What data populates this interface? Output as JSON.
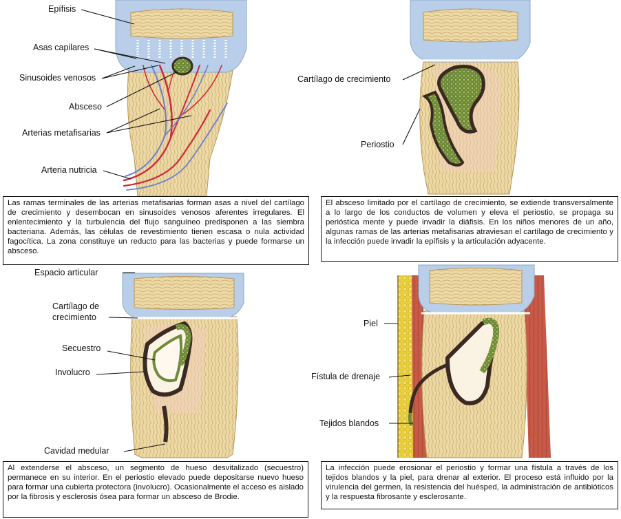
{
  "panel1": {
    "labels": {
      "epifisis": "Epífisis",
      "asas": "Asas capilares",
      "sinusoides": "Sinusoides venosos",
      "absceso": "Absceso",
      "arterias_meta": "Arterias metafisarias",
      "arteria_nutricia": "Arteria nutricia"
    },
    "caption": "Las ramas terminales de las arterias metafisarias forman asas a nivel del cartílago de crecimiento y desembocan en sinusoides venosos aferentes irregulares. El enlentecimiento y la turbulencia del flujo sanguíneo predisponen a las siembra bacteriana. Además, las células de revestimiento tienen escasa o nula actividad fagocítica. La zona constituye un reducto para las bacterias y puede formarse un absceso."
  },
  "panel2": {
    "labels": {
      "cartilago": "Cartílago de crecimiento",
      "periostio": "Periostio"
    },
    "caption": "El absceso limitado por el cartílago de crecimiento, se extiende transversalmente a lo largo de los conductos de volumen y eleva el periostio, se propaga su perióstica mente y puede invadir la diáfisis. En los niños menores de un año, algunas ramas de las arterias metafisarias atraviesan el cartílago de crecimiento y la infección puede invadir la epífisis y la articulación adyacente."
  },
  "panel3": {
    "labels": {
      "espacio": "Espacio articular",
      "cartilago_1": "Cartílago de",
      "cartilago_2": "crecimiento",
      "secuestro": "Secuestro",
      "involucro": "Involucro",
      "cavidad": "Cavidad medular"
    },
    "caption": "Al extenderse el absceso, un segmento de hueso desvitalizado (secuestro) permanece en su interior. En el periostio elevado puede depositarse nuevo hueso para formar una cubierta protectora (involucro). Ocasionalmente el acceso es aislado por la fibrosis y esclerosis ósea para formar un absceso de Brodie."
  },
  "panel4": {
    "labels": {
      "piel": "Piel",
      "fistula": "Fístula de drenaje",
      "tejidos": "Tejidos blandos"
    },
    "caption": "La infección puede erosionar el periostio y formar una fístula a través de los tejidos blandos y la piel, para drenar al exterior. El proceso está influido por la virulencia del germen, la resistencia del huésped, la administración de antibióticos y la respuesta fibrosante y esclerosante."
  },
  "colors": {
    "cartilage": "#b9cfe9",
    "bone": "#ecd9a6",
    "bone_line": "#caa86a",
    "abscess": "#3b2a22",
    "pus": "#8aa34a",
    "artery": "#d0283a",
    "vein": "#6b7fd0",
    "muscle": "#c9574a",
    "fat": "#e8cf3a"
  }
}
